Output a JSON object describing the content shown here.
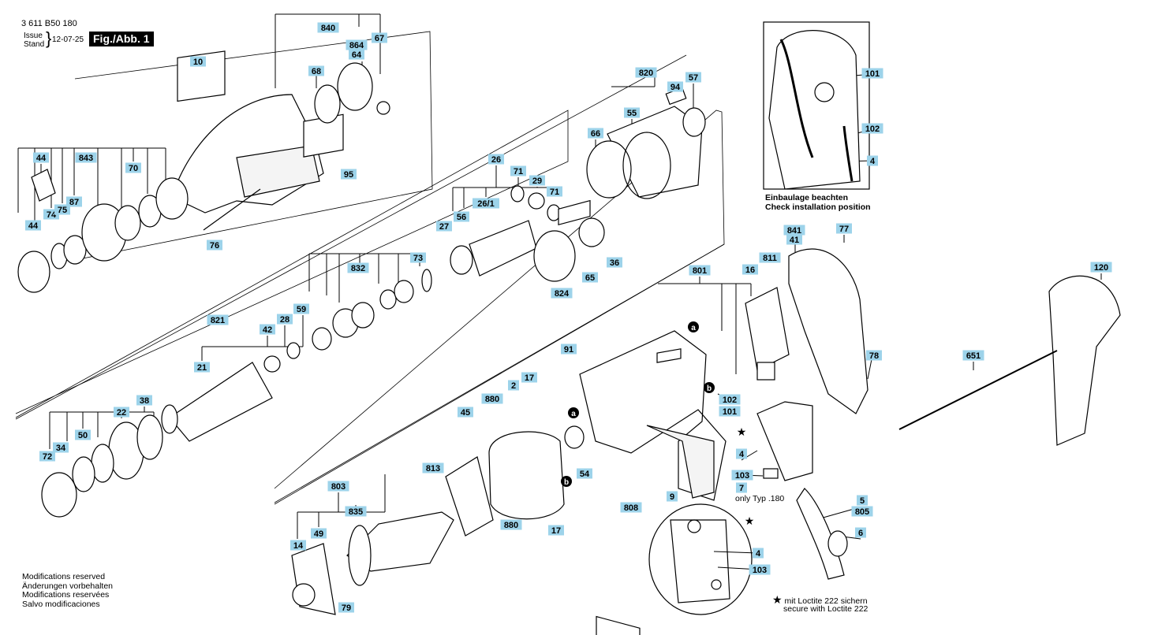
{
  "header": {
    "part_number": "3 611 B50 180",
    "issue_label": "Issue",
    "stand_label": "Stand",
    "issue_date": "12-07-25",
    "figure_label": "Fig./Abb. 1"
  },
  "notes": {
    "installation_de": "Einbaulage beachten",
    "installation_en": "Check installation position",
    "only_type": "only Typ .180",
    "loctite_de": "mit Loctite 222 sichern",
    "loctite_en": "secure with Loctite 222",
    "star_symbol": "★"
  },
  "modifications": [
    "Modifications reserved",
    "Änderungen vorbehalten",
    "Modifications reservées",
    "Salvo modificaciones"
  ],
  "colors": {
    "label_fill": "#9dd3ea",
    "line": "#000000",
    "part_fill": "#ffffff"
  },
  "labels": [
    {
      "id": "840",
      "t": "840"
    },
    {
      "id": "864",
      "t": "864"
    },
    {
      "id": "67",
      "t": "67"
    },
    {
      "id": "64",
      "t": "64"
    },
    {
      "id": "68",
      "t": "68"
    },
    {
      "id": "10",
      "t": "10"
    },
    {
      "id": "44a",
      "t": "44"
    },
    {
      "id": "843",
      "t": "843"
    },
    {
      "id": "70",
      "t": "70"
    },
    {
      "id": "95",
      "t": "95"
    },
    {
      "id": "74",
      "t": "74"
    },
    {
      "id": "75",
      "t": "75"
    },
    {
      "id": "87",
      "t": "87"
    },
    {
      "id": "44b",
      "t": "44"
    },
    {
      "id": "76",
      "t": "76"
    },
    {
      "id": "820",
      "t": "820"
    },
    {
      "id": "94",
      "t": "94"
    },
    {
      "id": "57",
      "t": "57"
    },
    {
      "id": "55",
      "t": "55"
    },
    {
      "id": "66",
      "t": "66"
    },
    {
      "id": "26",
      "t": "26"
    },
    {
      "id": "71a",
      "t": "71"
    },
    {
      "id": "29",
      "t": "29"
    },
    {
      "id": "71b",
      "t": "71"
    },
    {
      "id": "26_1",
      "t": "26/1"
    },
    {
      "id": "56",
      "t": "56"
    },
    {
      "id": "27",
      "t": "27"
    },
    {
      "id": "36",
      "t": "36"
    },
    {
      "id": "65",
      "t": "65"
    },
    {
      "id": "824",
      "t": "824"
    },
    {
      "id": "73",
      "t": "73"
    },
    {
      "id": "832",
      "t": "832"
    },
    {
      "id": "59",
      "t": "59"
    },
    {
      "id": "28",
      "t": "28"
    },
    {
      "id": "42",
      "t": "42"
    },
    {
      "id": "821",
      "t": "821"
    },
    {
      "id": "21",
      "t": "21"
    },
    {
      "id": "38",
      "t": "38"
    },
    {
      "id": "22",
      "t": "22"
    },
    {
      "id": "50",
      "t": "50"
    },
    {
      "id": "34",
      "t": "34"
    },
    {
      "id": "72",
      "t": "72"
    },
    {
      "id": "101a",
      "t": "101"
    },
    {
      "id": "102a",
      "t": "102"
    },
    {
      "id": "4a",
      "t": "4"
    },
    {
      "id": "841",
      "t": "841"
    },
    {
      "id": "41",
      "t": "41"
    },
    {
      "id": "77",
      "t": "77"
    },
    {
      "id": "811",
      "t": "811"
    },
    {
      "id": "16",
      "t": "16"
    },
    {
      "id": "801",
      "t": "801"
    },
    {
      "id": "78",
      "t": "78"
    },
    {
      "id": "120",
      "t": "120"
    },
    {
      "id": "651",
      "t": "651"
    },
    {
      "id": "91",
      "t": "91"
    },
    {
      "id": "17a",
      "t": "17"
    },
    {
      "id": "2",
      "t": "2"
    },
    {
      "id": "880a",
      "t": "880"
    },
    {
      "id": "45",
      "t": "45"
    },
    {
      "id": "54",
      "t": "54"
    },
    {
      "id": "102b",
      "t": "102"
    },
    {
      "id": "101b",
      "t": "101"
    },
    {
      "id": "4b",
      "t": "4"
    },
    {
      "id": "103a",
      "t": "103"
    },
    {
      "id": "7",
      "t": "7"
    },
    {
      "id": "808",
      "t": "808"
    },
    {
      "id": "9",
      "t": "9"
    },
    {
      "id": "813",
      "t": "813"
    },
    {
      "id": "880b",
      "t": "880"
    },
    {
      "id": "17b",
      "t": "17"
    },
    {
      "id": "803",
      "t": "803"
    },
    {
      "id": "835",
      "t": "835"
    },
    {
      "id": "49",
      "t": "49"
    },
    {
      "id": "14",
      "t": "14"
    },
    {
      "id": "79",
      "t": "79"
    },
    {
      "id": "5",
      "t": "5"
    },
    {
      "id": "805",
      "t": "805"
    },
    {
      "id": "6",
      "t": "6"
    },
    {
      "id": "4c",
      "t": "4"
    },
    {
      "id": "103b",
      "t": "103"
    }
  ],
  "markers": [
    {
      "id": "a1",
      "t": "a"
    },
    {
      "id": "b1",
      "t": "b"
    },
    {
      "id": "a2",
      "t": "a"
    },
    {
      "id": "b2",
      "t": "b"
    }
  ]
}
